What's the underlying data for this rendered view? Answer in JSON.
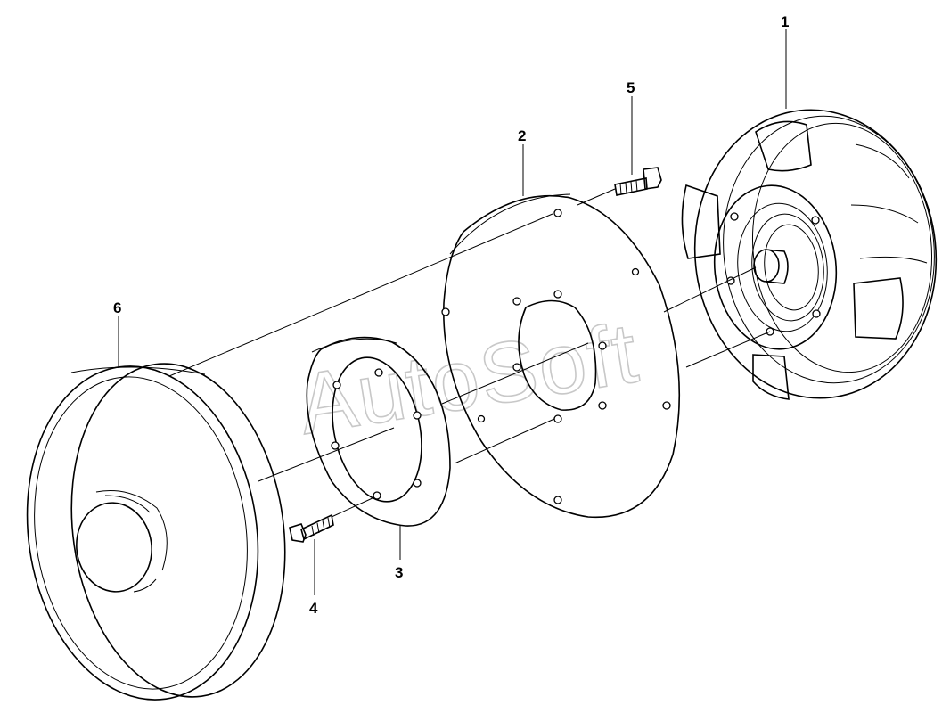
{
  "watermark": "AutoSoft",
  "callouts": [
    {
      "id": "1",
      "text": "1"
    },
    {
      "id": "2",
      "text": "2"
    },
    {
      "id": "3",
      "text": "3"
    },
    {
      "id": "4",
      "text": "4"
    },
    {
      "id": "5",
      "text": "5"
    },
    {
      "id": "6",
      "text": "6"
    }
  ]
}
